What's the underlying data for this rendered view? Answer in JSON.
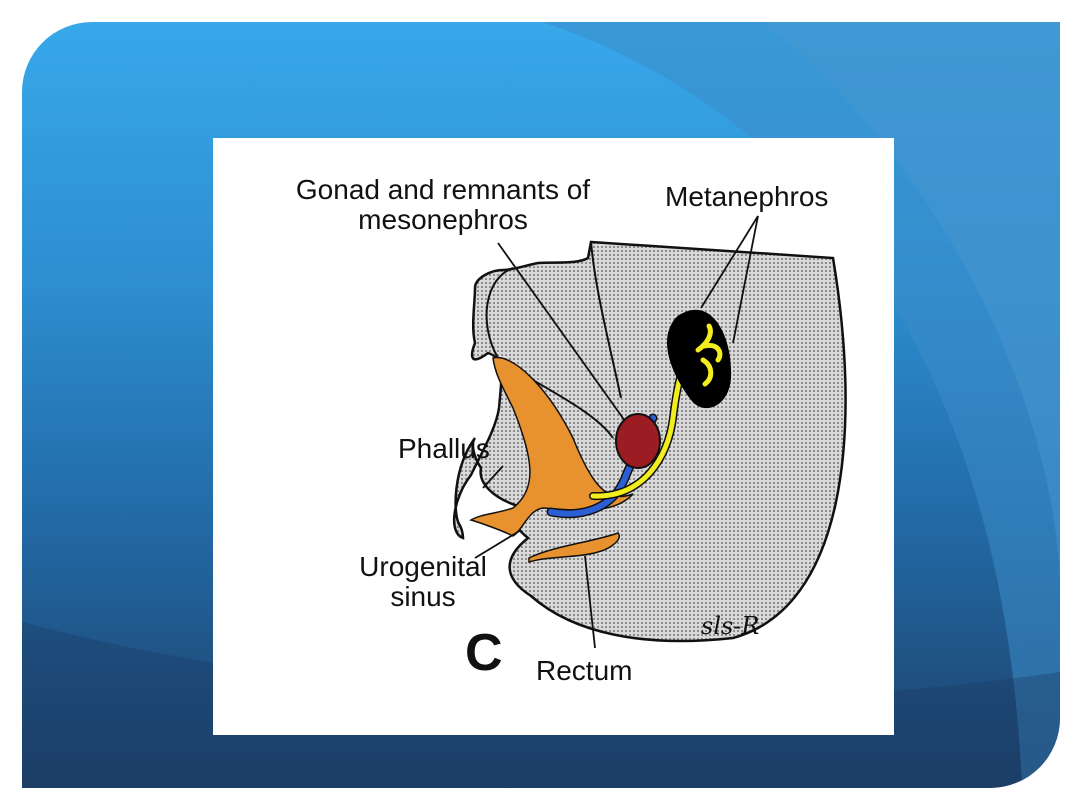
{
  "diagram": {
    "panel_letter": "C",
    "signature": "sls-R",
    "labels": {
      "gonad_line1": "Gonad and remnants of",
      "gonad_line2": "mesonephros",
      "metanephros": "Metanephros",
      "phallus": "Phallus",
      "urogenital_line1": "Urogenital",
      "urogenital_line2": "sinus",
      "rectum": "Rectum"
    }
  },
  "colors": {
    "gonad": "#9b1c22",
    "ureter": "#f2ee1e",
    "mesonephric_duct": "#2c5fd6",
    "urogenital_sinus": "#e8912f",
    "metanephros": "#000000",
    "embryo_body": "#c9c9c9"
  }
}
